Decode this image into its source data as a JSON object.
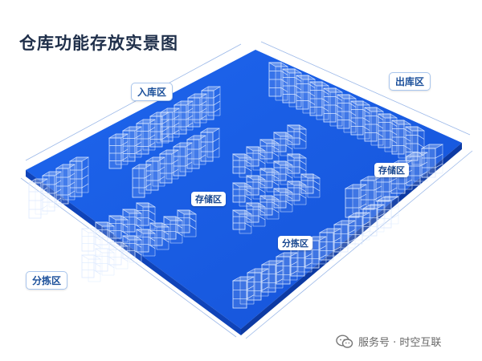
{
  "title": "仓库功能存放实景图",
  "zones": {
    "inbound": "入库区",
    "outbound": "出库区",
    "storage_center": "存储区",
    "storage_right": "存储区",
    "sorting_center": "分拣区",
    "sorting_left": "分拣区"
  },
  "watermark": {
    "text": "服务号 · 时空互联",
    "icon": "wechat-icon"
  },
  "colors": {
    "floor": "#1a5ee6",
    "floor_edge": "#0f43b8",
    "rack_line": "#dce9ff",
    "title": "#1f2f4a",
    "label_text": "#1a4f9a"
  }
}
